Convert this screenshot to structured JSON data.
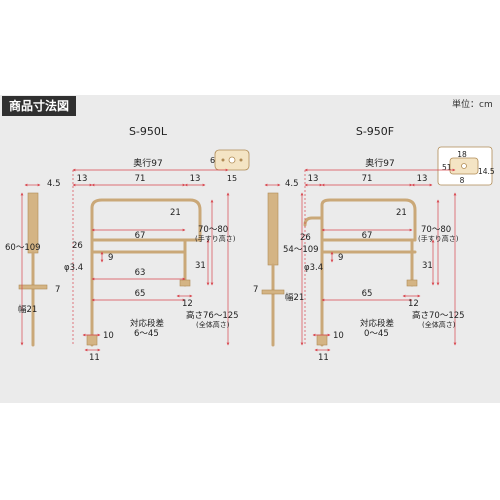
{
  "header": {
    "title": "商品寸法図",
    "unit": "単位：cm"
  },
  "colors": {
    "rail": "#caa878",
    "dim_red": "#d8464e",
    "dim_dark": "#222222",
    "panel": "#ebebeb"
  },
  "left_model": {
    "name": "S-950L",
    "depth_label": "奥行97",
    "dims": {
      "d4_5": "4.5",
      "d13a": "13",
      "d71": "71",
      "d13b": "13",
      "d21": "21",
      "d60_109": "60～109",
      "d7": "7",
      "width21": "幅21",
      "d26": "26",
      "d67": "67",
      "d9": "9",
      "d31": "31",
      "phi": "φ3.4",
      "d63": "63",
      "d65": "65",
      "d12": "12",
      "d10": "10",
      "d11": "11",
      "d70_80": "70～80",
      "d70_80_note": "(手すり高さ)",
      "height": "高さ76～125",
      "height_note": "(全体高さ)",
      "step": "対応段差",
      "step_range": "6～45"
    },
    "inset": {
      "a": "6",
      "b": "15"
    }
  },
  "right_model": {
    "name": "S-950F",
    "depth_label": "奥行97",
    "dims": {
      "d4_5": "4.5",
      "d13a": "13",
      "d71": "71",
      "d13b": "13",
      "d21": "21",
      "d54_109": "54～109",
      "d7": "7",
      "width21": "幅21",
      "d26": "26",
      "d67": "67",
      "d9": "9",
      "d31": "31",
      "phi": "φ3.4",
      "d65": "65",
      "d12": "12",
      "d10": "10",
      "d11": "11",
      "d70_80": "70～80",
      "d70_80_note": "(手すり高さ)",
      "height": "高さ70～125",
      "height_note": "(全体高さ)",
      "step": "対応段差",
      "step_range": "0～45"
    },
    "inset": {
      "a": "18",
      "b": "51",
      "c": "14.5",
      "d": "8"
    }
  }
}
